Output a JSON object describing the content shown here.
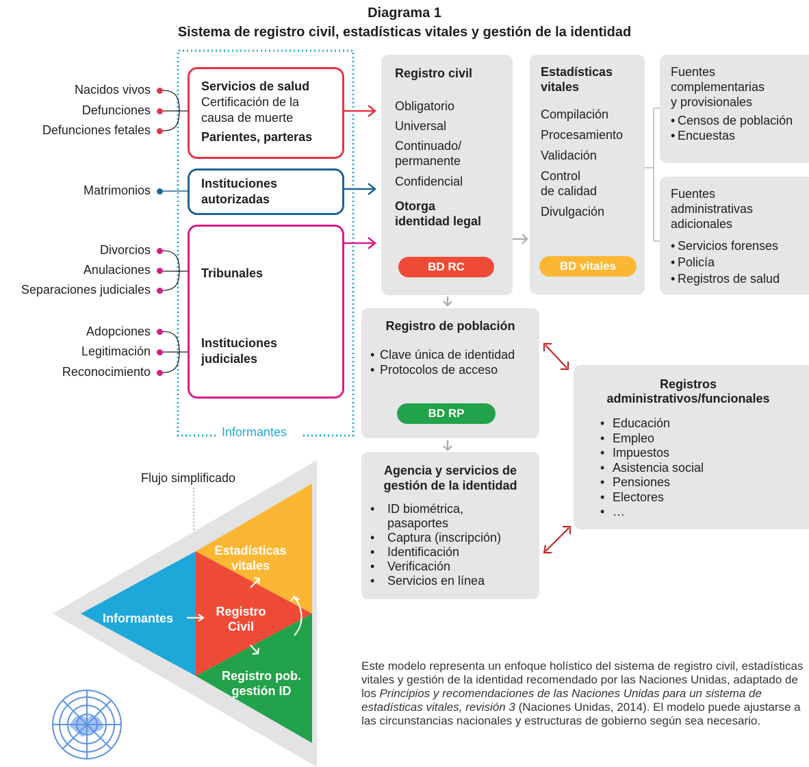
{
  "title": {
    "line1": "Diagrama 1",
    "line2": "Sistema de registro civil, estadísticas vitales y gestión de la identidad"
  },
  "colors": {
    "red": "#e4344a",
    "blue": "#1f6494",
    "magenta": "#d81b8a",
    "cyan": "#1ea8d9",
    "gray": "#e6e6e7",
    "rc_pill": "#ee4b36",
    "vitales_pill": "#fbb733",
    "rp_pill": "#22a24a"
  },
  "events": {
    "health": [
      "Nacidos vivos",
      "Defunciones",
      "Defunciones fetales"
    ],
    "marriage": [
      "Matrimonios"
    ],
    "courts": [
      "Divorcios",
      "Anulaciones",
      "Separaciones judiciales"
    ],
    "judicial": [
      "Adopciones",
      "Legitimación",
      "Reconocimiento"
    ]
  },
  "informants": {
    "label": "Informantes",
    "health": {
      "title": "Servicios de salud",
      "line1": "Certificación de la",
      "line2": "causa de muerte",
      "extra": "Parientes, parteras"
    },
    "authorized": {
      "line1": "Instituciones",
      "line2": "autorizadas"
    },
    "courts": "Tribunales",
    "judicial": {
      "line1": "Instituciones",
      "line2": "judiciales"
    }
  },
  "civil_registry": {
    "title": "Registro civil",
    "items": [
      "Obligatorio",
      "Universal",
      "Continuado/",
      "permanente",
      "Confidencial"
    ],
    "legal_line1": "Otorga",
    "legal_line2": "identidad legal",
    "db": "BD RC"
  },
  "vital_stats": {
    "title_line1": "Estadísticas",
    "title_line2": "vitales",
    "items": [
      "Compilación",
      "Procesamiento",
      "Validación",
      "Control",
      "de calidad",
      "Divulgación"
    ],
    "db": "BD vitales"
  },
  "complementary": {
    "title_lines": [
      "Fuentes",
      "complementarias",
      "y provisionales"
    ],
    "items": [
      "Censos de población",
      "Encuestas"
    ]
  },
  "administrative_sources": {
    "title_lines": [
      "Fuentes",
      "administrativas",
      "adicionales"
    ],
    "items": [
      "Servicios forenses",
      "Policía",
      "Registros de salud"
    ]
  },
  "population_registry": {
    "title": "Registro de población",
    "items": [
      "Clave única de identidad",
      "Protocolos de acceso"
    ],
    "db": "BD RP"
  },
  "identity_agency": {
    "title_line1": "Agencia y servicios de",
    "title_line2": "gestión de la identidad",
    "items": [
      "ID biométrica, pasaportes",
      "Captura (inscripción)",
      "Identificación",
      "Verificación",
      "Servicios en línea"
    ]
  },
  "admin_registries": {
    "title_line1": "Registros",
    "title_line2": "administrativos/funcionales",
    "items": [
      "Educación",
      "Empleo",
      "Impuestos",
      "Asistencia social",
      "Pensiones",
      "Electores",
      "…"
    ]
  },
  "simplified_flow": {
    "label": "Flujo simplificado",
    "informants": "Informantes",
    "vitales_line1": "Estadísticas",
    "vitales_line2": "vitales",
    "registro_line1": "Registro",
    "registro_line2": "Civil",
    "pob_line1": "Registro pob.",
    "pob_line2": "gestión ID"
  },
  "footer": {
    "part1": "Este modelo representa un enfoque holístico del sistema de registro civil, estadísticas vitales y gestión de la identidad recomendado por las Naciones Unidas, adaptado de los ",
    "italic": "Principios y recomendaciones de las Naciones Unidas para un sistema de estadísticas vitales, revisión 3",
    "part2": " (Naciones Unidas, 2014). El modelo puede ajustarse a las circunstancias nacionales y estructuras de gobierno según sea necesario."
  }
}
